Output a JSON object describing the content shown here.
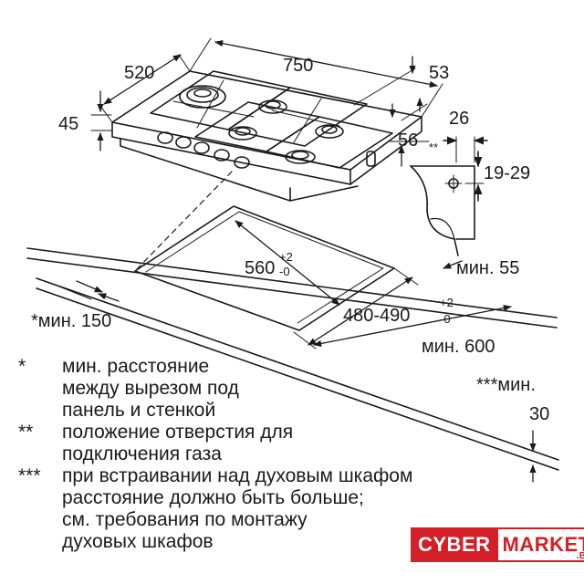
{
  "dimensions": {
    "hob_width": "750",
    "hob_depth": "520",
    "hob_height": "45",
    "side_offset": "53",
    "burner_offset": "56",
    "gas_x": "26",
    "gas_y": "19-29",
    "gas_marker": "**",
    "cutout_width": "560",
    "cutout_width_tol": "+2",
    "cutout_width_tol2": "-0",
    "cutout_depth": "480-490",
    "cutout_depth_tol": "+2",
    "cutout_depth_tol2": "-0",
    "min_side": "*мин. 150",
    "min_front": "мин. 55",
    "min_counter": "мин. 600",
    "min_oven": "***мин.",
    "min_oven_value": "30"
  },
  "notes": [
    {
      "mark": "*",
      "text": "мин. расстояние\nмежду вырезом под\nпанель и стенкой"
    },
    {
      "mark": "**",
      "text": "положение отверстия для\nподключения газа"
    },
    {
      "mark": "***",
      "text": "при встраивании над духовым шкафом\nрасстояние должно быть больше;\nсм. требования по монтажу\nдуховых шкафов"
    }
  ],
  "logo": {
    "left": "CYBER",
    "right": "MARKET",
    "tld": ".BY",
    "brand_color": "#d41f26"
  }
}
